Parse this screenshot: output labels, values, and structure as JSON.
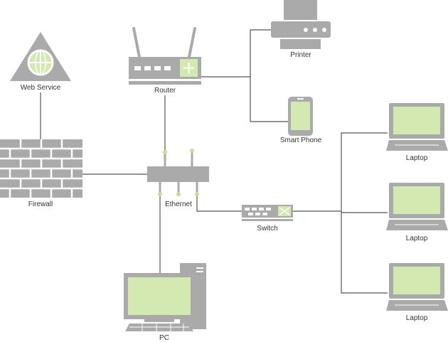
{
  "colors": {
    "device": "#aaaaaa",
    "device_dark": "#999999",
    "screen": "#d4e8b2",
    "wire": "#555555",
    "accent_led": "#c8dd9a"
  },
  "nodes": {
    "web_service": {
      "label": "Web Service",
      "icon": "web-service-icon"
    },
    "router": {
      "label": "Router",
      "icon": "router-icon"
    },
    "printer": {
      "label": "Printer",
      "icon": "printer-icon"
    },
    "smart_phone": {
      "label": "Smart Phone",
      "icon": "smartphone-icon"
    },
    "firewall": {
      "label": "Firewall",
      "icon": "firewall-icon"
    },
    "ethernet": {
      "label": "Ethernet",
      "icon": "ethernet-hub-icon"
    },
    "switch": {
      "label": "Switch",
      "icon": "switch-icon"
    },
    "pc": {
      "label": "PC",
      "icon": "desktop-pc-icon"
    },
    "laptops": [
      {
        "label": "Laptop",
        "icon": "laptop-icon"
      },
      {
        "label": "Laptop",
        "icon": "laptop-icon"
      },
      {
        "label": "Laptop",
        "icon": "laptop-icon"
      }
    ]
  }
}
